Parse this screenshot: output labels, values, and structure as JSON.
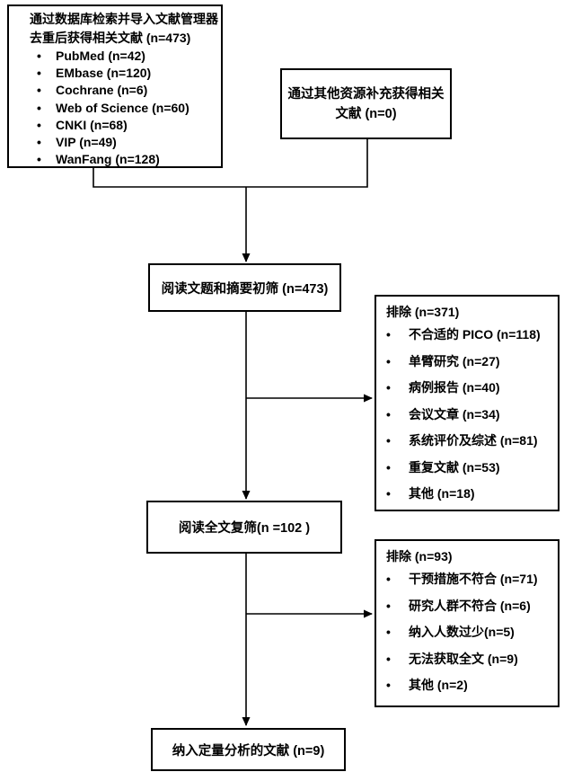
{
  "diagram": {
    "colors": {
      "background": "#ffffff",
      "border": "#000000",
      "text": "#000000"
    },
    "icons": {
      "bullet": "•"
    },
    "boxes": {
      "database_search": {
        "title_lines": [
          "通过数据库检索并导入文献管理器",
          "去重后获得相关文献 (n=473)"
        ],
        "items": [
          "PubMed (n=42)",
          "EMbase (n=120)",
          "Cochrane (n=6)",
          "Web of Science (n=60)",
          "CNKI (n=68)",
          "VIP (n=49)",
          "WanFang (n=128)"
        ]
      },
      "other_sources": {
        "title_lines": [
          "通过其他资源补充获得相关",
          "文献 (n=0)"
        ]
      },
      "initial_screening": {
        "label": "阅读文题和摘要初筛 (n=473)"
      },
      "excluded_initial": {
        "title": "排除 (n=371)",
        "items": [
          "不合适的 PICO (n=118)",
          "单臂研究 (n=27)",
          "病例报告 (n=40)",
          "会议文章 (n=34)",
          "系统评价及综述 (n=81)",
          "重复文献 (n=53)",
          "其他 (n=18)"
        ]
      },
      "fulltext_screening": {
        "label": "阅读全文复筛(n =102 )"
      },
      "excluded_fulltext": {
        "title": "排除 (n=93)",
        "items": [
          "干预措施不符合 (n=71)",
          "研究人群不符合 (n=6)",
          "纳入人数过少(n=5)",
          "无法获取全文 (n=9)",
          "其他 (n=2)"
        ]
      },
      "included_quantitative": {
        "label": "纳入定量分析的文献 (n=9)"
      }
    }
  }
}
